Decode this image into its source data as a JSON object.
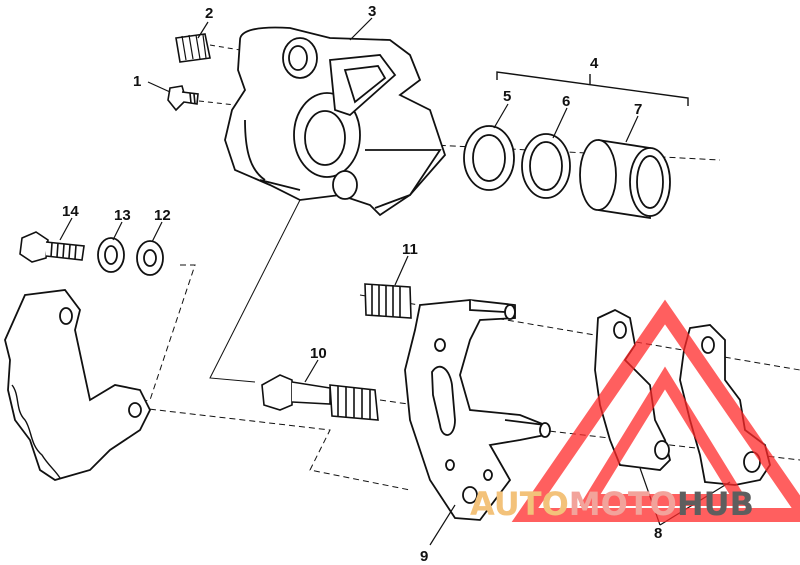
{
  "callouts": [
    {
      "id": "1",
      "label": "1"
    },
    {
      "id": "2",
      "label": "2"
    },
    {
      "id": "3",
      "label": "3"
    },
    {
      "id": "4",
      "label": "4"
    },
    {
      "id": "5",
      "label": "5"
    },
    {
      "id": "6",
      "label": "6"
    },
    {
      "id": "7",
      "label": "7"
    },
    {
      "id": "8",
      "label": "8"
    },
    {
      "id": "9",
      "label": "9"
    },
    {
      "id": "10",
      "label": "10"
    },
    {
      "id": "11",
      "label": "11"
    },
    {
      "id": "12",
      "label": "12"
    },
    {
      "id": "13",
      "label": "13"
    },
    {
      "id": "14",
      "label": "14"
    }
  ],
  "watermark": {
    "text_part1": "AUTO",
    "text_part2": "MOTO",
    "text_part3": "HUB",
    "color_part1": "#f3c27a",
    "color_part2": "#f2a39b",
    "color_part3": "#5e5e5e",
    "triangle_color": "#ff2a2a"
  }
}
